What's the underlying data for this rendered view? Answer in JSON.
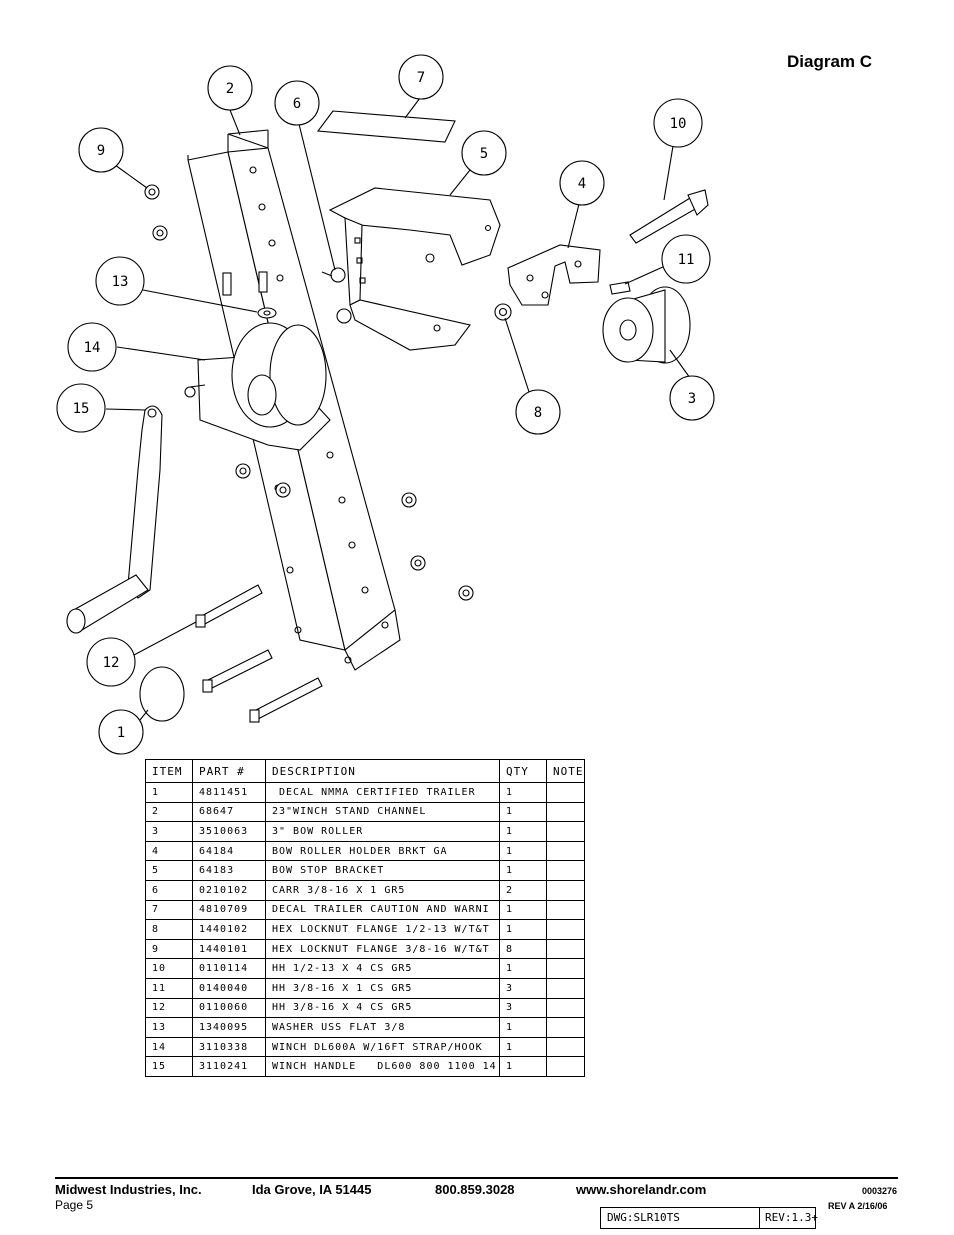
{
  "diagram": {
    "title": "Diagram C",
    "callouts": [
      "1",
      "2",
      "3",
      "4",
      "5",
      "6",
      "7",
      "8",
      "9",
      "10",
      "11",
      "12",
      "13",
      "14",
      "15"
    ]
  },
  "parts_table": {
    "headers": [
      "ITEM",
      "PART #",
      "DESCRIPTION",
      "QTY",
      "NOTE"
    ],
    "rows": [
      {
        "item": "1",
        "part": "4811451",
        "description": " DECAL NMMA CERTIFIED TRAILER",
        "qty": "1",
        "note": ""
      },
      {
        "item": "2",
        "part": "68647",
        "description": "23\"WINCH STAND CHANNEL",
        "qty": "1",
        "note": ""
      },
      {
        "item": "3",
        "part": "3510063",
        "description": "3\" BOW ROLLER",
        "qty": "1",
        "note": ""
      },
      {
        "item": "4",
        "part": "64184",
        "description": "BOW ROLLER HOLDER BRKT GA",
        "qty": "1",
        "note": ""
      },
      {
        "item": "5",
        "part": "64183",
        "description": "BOW STOP BRACKET",
        "qty": "1",
        "note": ""
      },
      {
        "item": "6",
        "part": "0210102",
        "description": "CARR 3/8-16 X 1 GR5",
        "qty": "2",
        "note": ""
      },
      {
        "item": "7",
        "part": "4810709",
        "description": "DECAL TRAILER CAUTION AND WARNI",
        "qty": "1",
        "note": ""
      },
      {
        "item": "8",
        "part": "1440102",
        "description": "HEX LOCKNUT FLANGE 1/2-13 W/T&T",
        "qty": "1",
        "note": ""
      },
      {
        "item": "9",
        "part": "1440101",
        "description": "HEX LOCKNUT FLANGE 3/8-16 W/T&T",
        "qty": "8",
        "note": ""
      },
      {
        "item": "10",
        "part": "0110114",
        "description": "HH 1/2-13 X 4 CS GR5",
        "qty": "1",
        "note": ""
      },
      {
        "item": "11",
        "part": "0140040",
        "description": "HH 3/8-16 X 1 CS GR5",
        "qty": "3",
        "note": ""
      },
      {
        "item": "12",
        "part": "0110060",
        "description": "HH 3/8-16 X 4 CS GR5",
        "qty": "3",
        "note": ""
      },
      {
        "item": "13",
        "part": "1340095",
        "description": "WASHER USS FLAT 3/8",
        "qty": "1",
        "note": ""
      },
      {
        "item": "14",
        "part": "3110338",
        "description": "WINCH DL600A W/16FT STRAP/HOOK",
        "qty": "1",
        "note": ""
      },
      {
        "item": "15",
        "part": "3110241",
        "description": "WINCH HANDLE   DL600 800 1100 14",
        "qty": "1",
        "note": ""
      }
    ]
  },
  "footer": {
    "company": "Midwest Industries, Inc.",
    "city": "Ida Grove, IA  51445",
    "phone": "800.859.3028",
    "website": "www.shorelandr.com",
    "page": "Page 5",
    "doc_number": "0003276",
    "revision": "REV  A   2/16/06",
    "dwg": "DWG:SLR10TS",
    "dwg_rev": "REV:1.3+"
  }
}
